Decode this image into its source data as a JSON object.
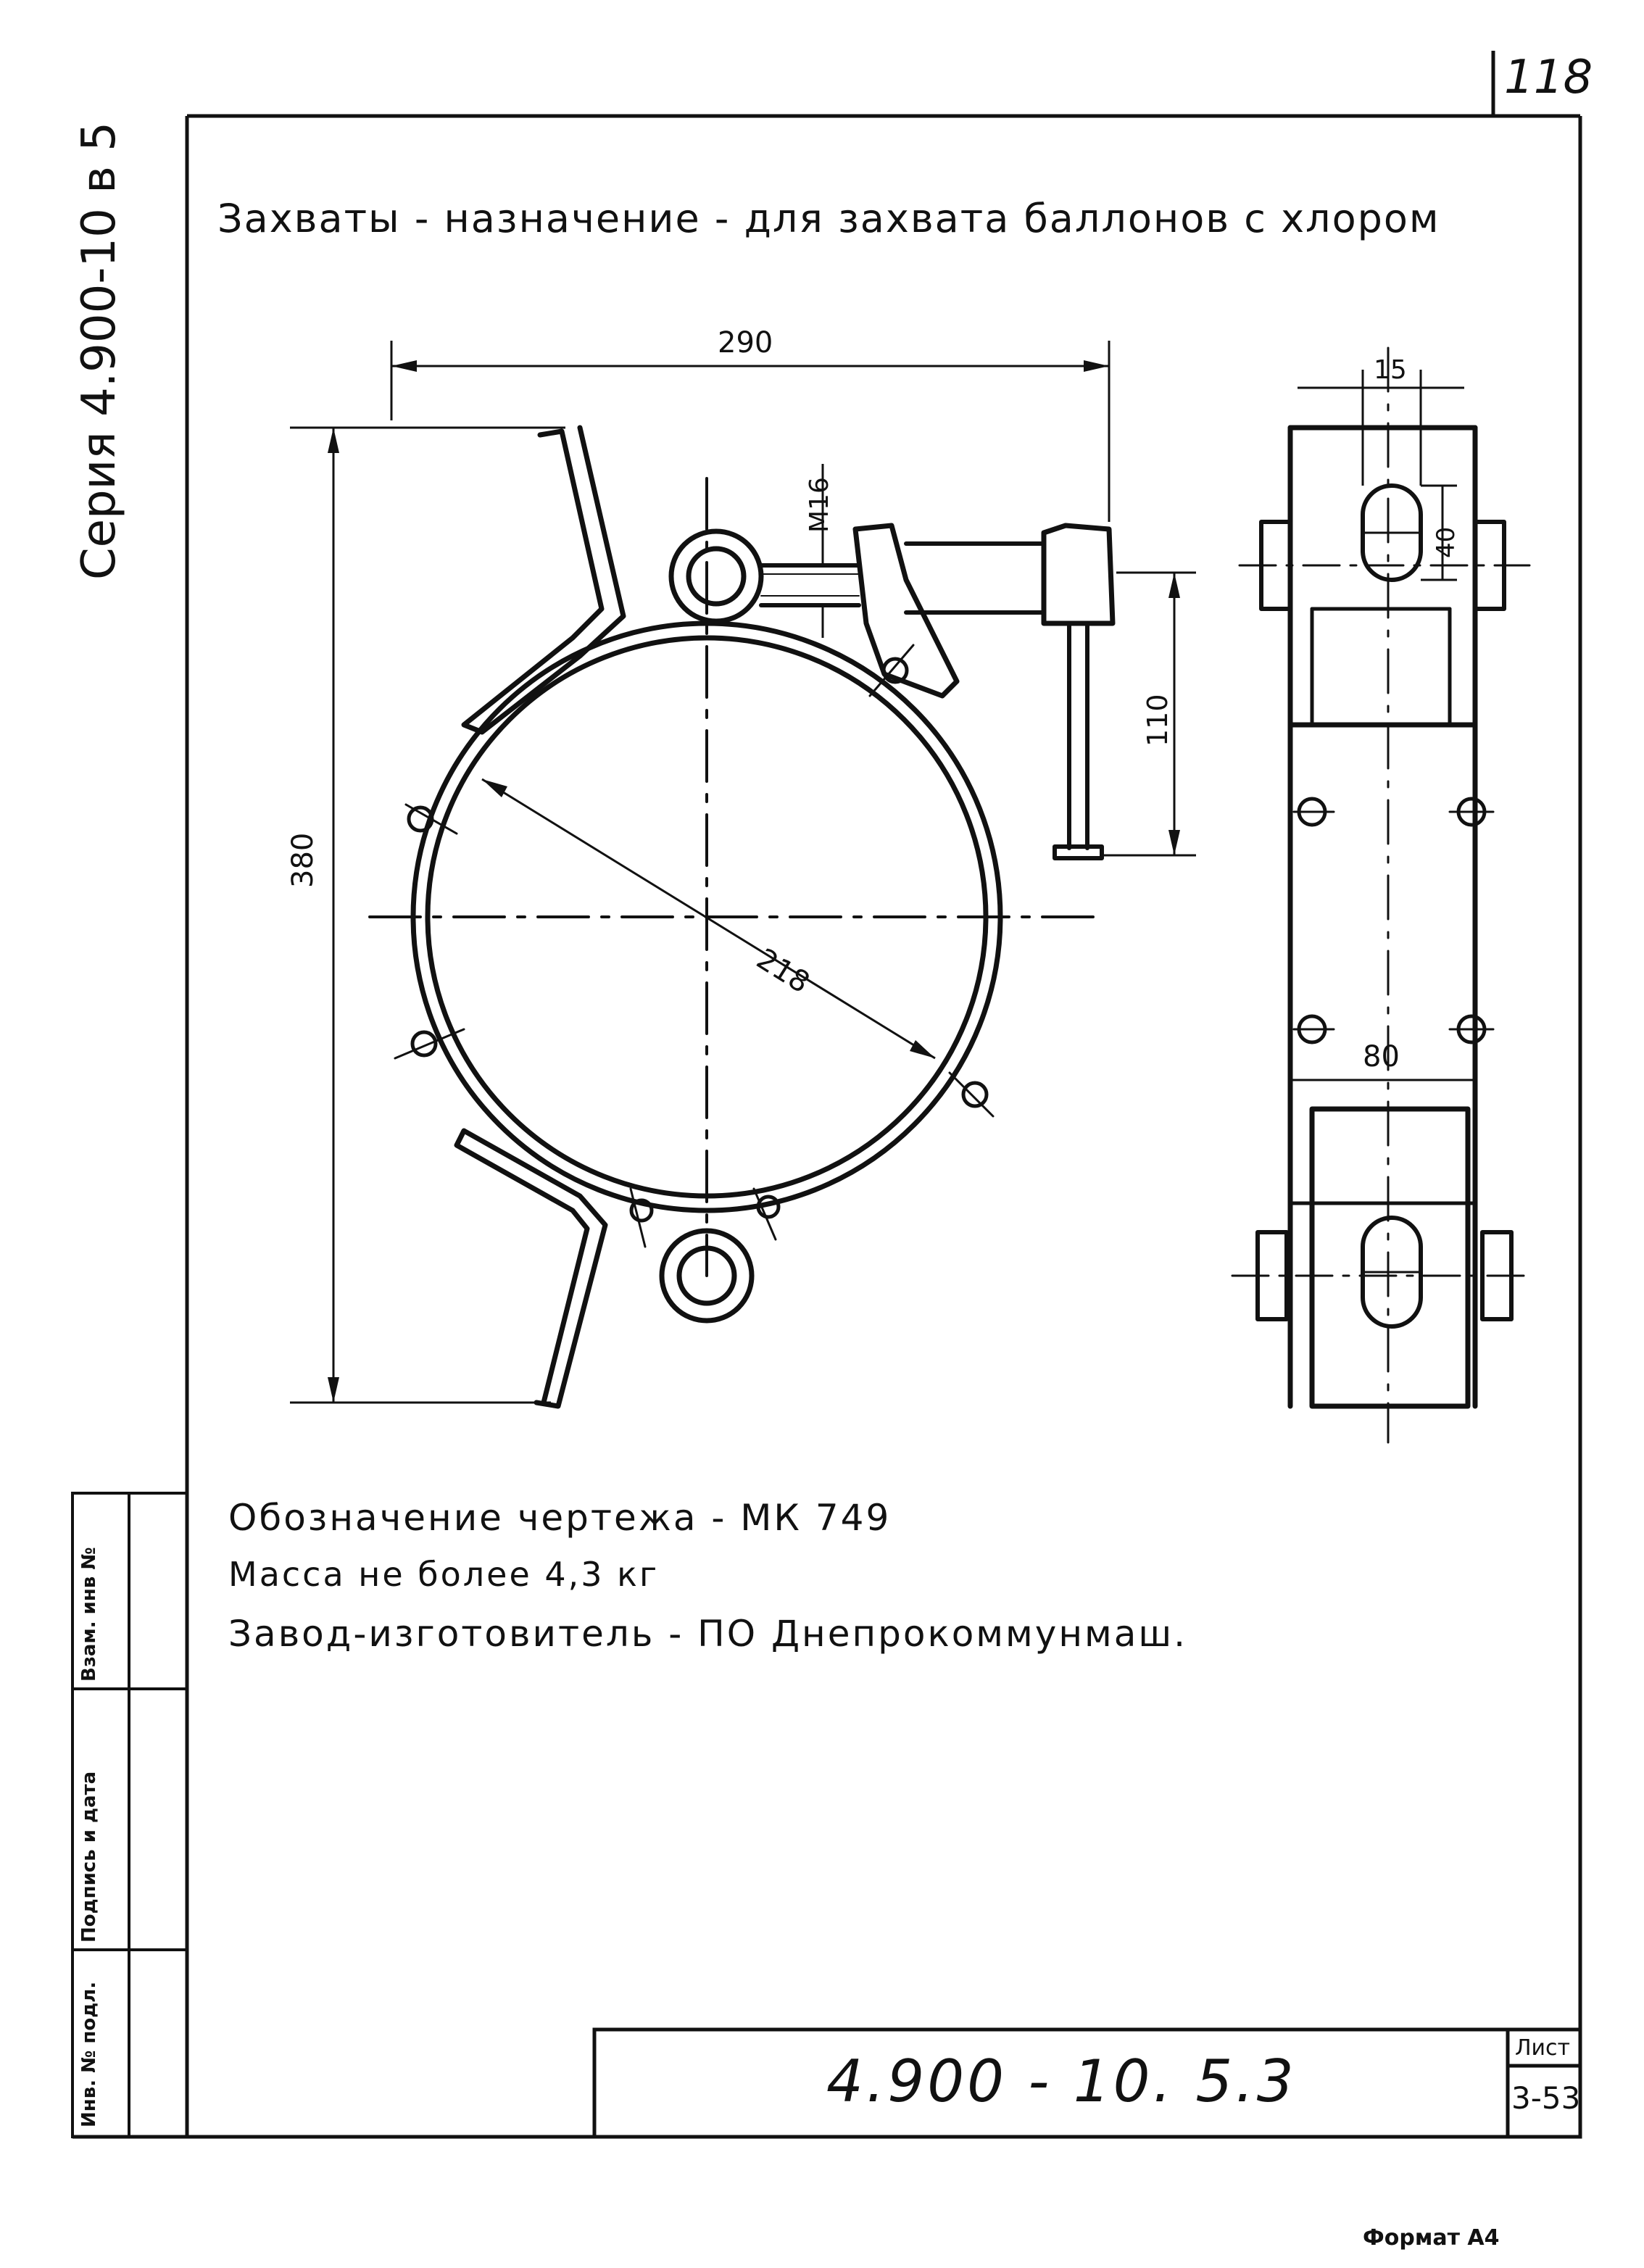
{
  "page_number": "118",
  "series_margin": "Серия 4.900-10 в 5",
  "title": "Захваты - назначение - для захвата баллонов с хлором",
  "dimensions": {
    "width_overall": "290",
    "height_overall": "380",
    "thread": "M16",
    "offset": "110",
    "diameter": "218",
    "slot_width": "15",
    "slot_length": "40",
    "strap_width": "80"
  },
  "notes": {
    "designation": "Обозначение чертежа - МК 749",
    "mass": "Масса не более 4,3 кг",
    "manufacturer": "Завод-изготовитель - ПО Днепрокоммунмаш."
  },
  "side_stamp": {
    "col1": "Инв. № подл.",
    "col2": "Подпись и дата",
    "col3": "Взам. инв №"
  },
  "title_block": {
    "code": "4.900 - 10. 5.3",
    "sheet_label": "Лист",
    "sheet_number": "3-53"
  },
  "format": "Формат А4"
}
